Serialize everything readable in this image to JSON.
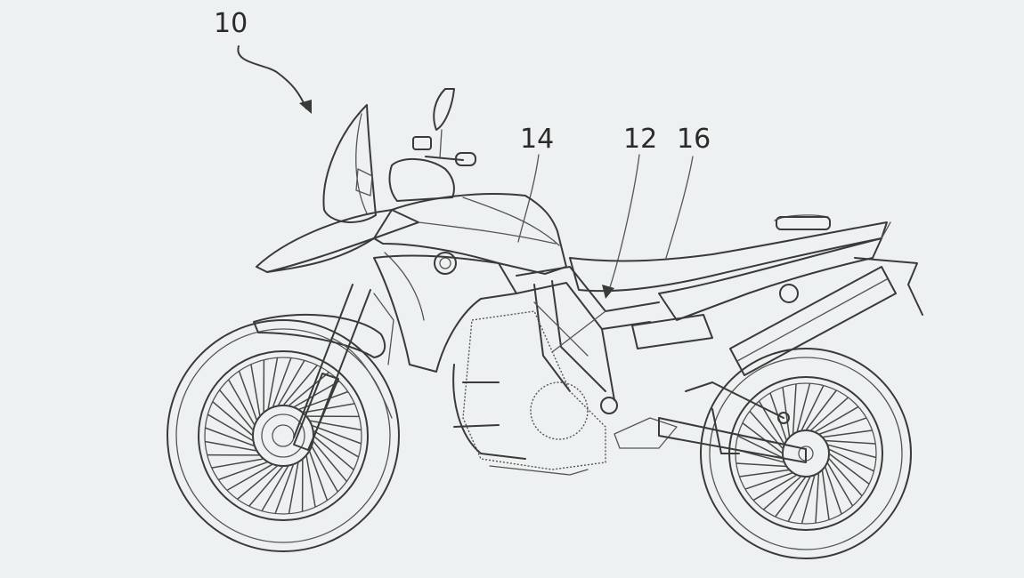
{
  "labels": {
    "motorcycle": "10",
    "frame": "12",
    "tank": "14",
    "seat": "16"
  },
  "icons": {
    "motorcycle": "motorcycle-line-drawing"
  }
}
